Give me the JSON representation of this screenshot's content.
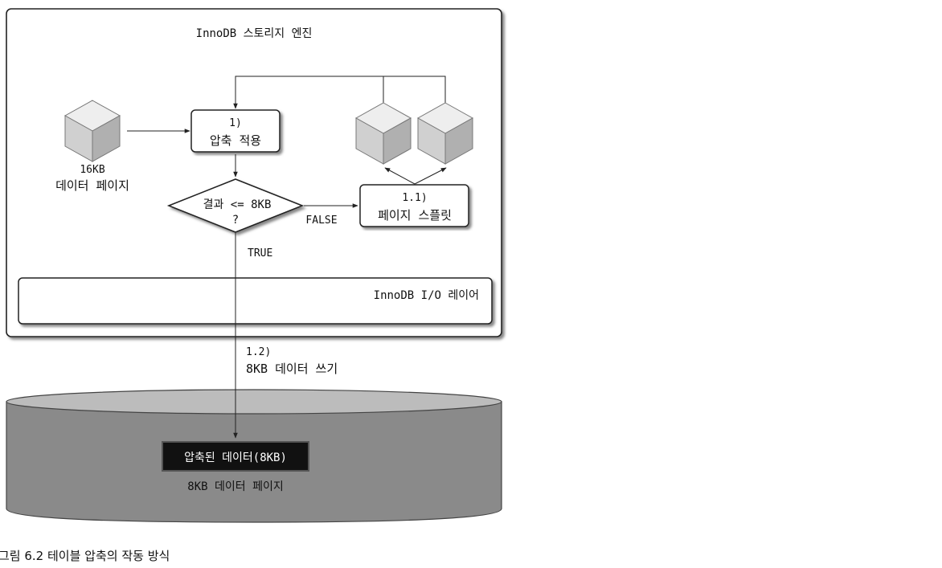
{
  "engine_title": "InnoDB 스토리지 엔진",
  "page_16kb": {
    "line1": "16KB",
    "line2": "데이터 페이지"
  },
  "step_compress": {
    "line1": "1)",
    "line2": "압축 적용"
  },
  "decision": {
    "line1": "결과 <= 8KB",
    "line2": "?"
  },
  "false_label": "FALSE",
  "true_label": "TRUE",
  "step_split": {
    "line1": "1.1)",
    "line2": "페이지 스플릿"
  },
  "io_layer": "InnoDB I/O 레이어",
  "step_write": {
    "line1": "1.2)",
    "line2": "8KB 데이터 쓰기"
  },
  "compressed_box": "압축된 데이터(8KB)",
  "page_8kb": "8KB 데이터 페이지",
  "caption": "그림 6.2 테이블 압축의 작동 방식"
}
